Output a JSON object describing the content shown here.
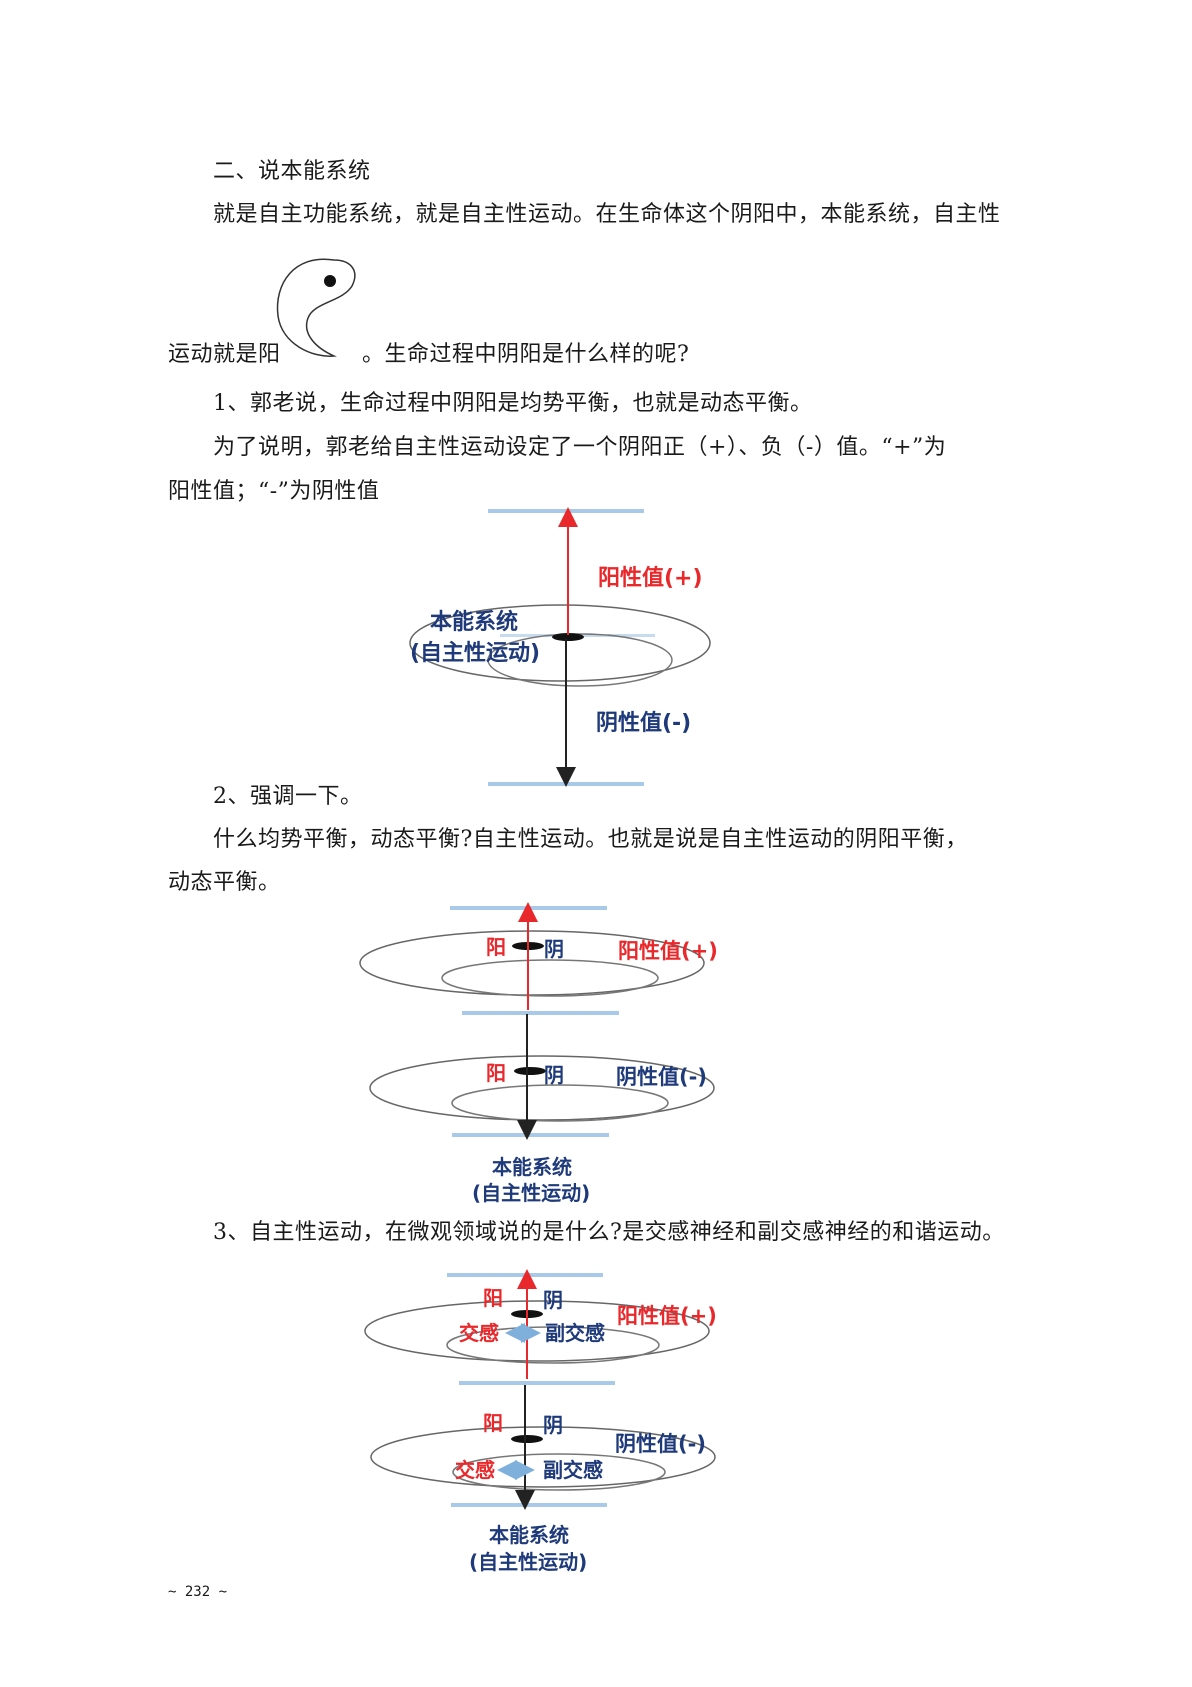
{
  "section_title": "二、说本能系统",
  "para1_line1": "就是自主功能系统，就是自主性运动。在生命体这个阴阳中，本能系统，自主性",
  "para1_line2_a": "运动就是阳",
  "para1_line2_b": "。生命过程中阴阳是什么样的呢?",
  "point1": "1、郭老说，生命过程中阴阳是均势平衡，也就是动态平衡。",
  "para2_line1": "为了说明，郭老给自主性运动设定了一个阴阳正（+）、负（-）值。“+”为",
  "para2_line2": "阳性值；“-”为阴性值",
  "point2": "2、强调一下。",
  "para3_line1": "什么均势平衡，动态平衡?自主性运动。也就是说是自主性运动的阴阳平衡，",
  "para3_line2": "动态平衡。",
  "point3": "3、自主性运动，在微观领域说的是什么?是交感神经和副交感神经的和谐运动。",
  "fig_labels": {
    "yang_value": "阳性值(+)",
    "yin_value": "阴性值(-)",
    "system_line1": "本能系统",
    "system_line2": "(自主性运动)",
    "yang": "阳",
    "yin": "阴",
    "sympathetic": "交感",
    "parasympathetic": "副交感"
  },
  "page_number": "~ 232 ~",
  "colors": {
    "red": "#e8282b",
    "navy": "#1f3a7a",
    "bar": "#a9c9e8"
  }
}
